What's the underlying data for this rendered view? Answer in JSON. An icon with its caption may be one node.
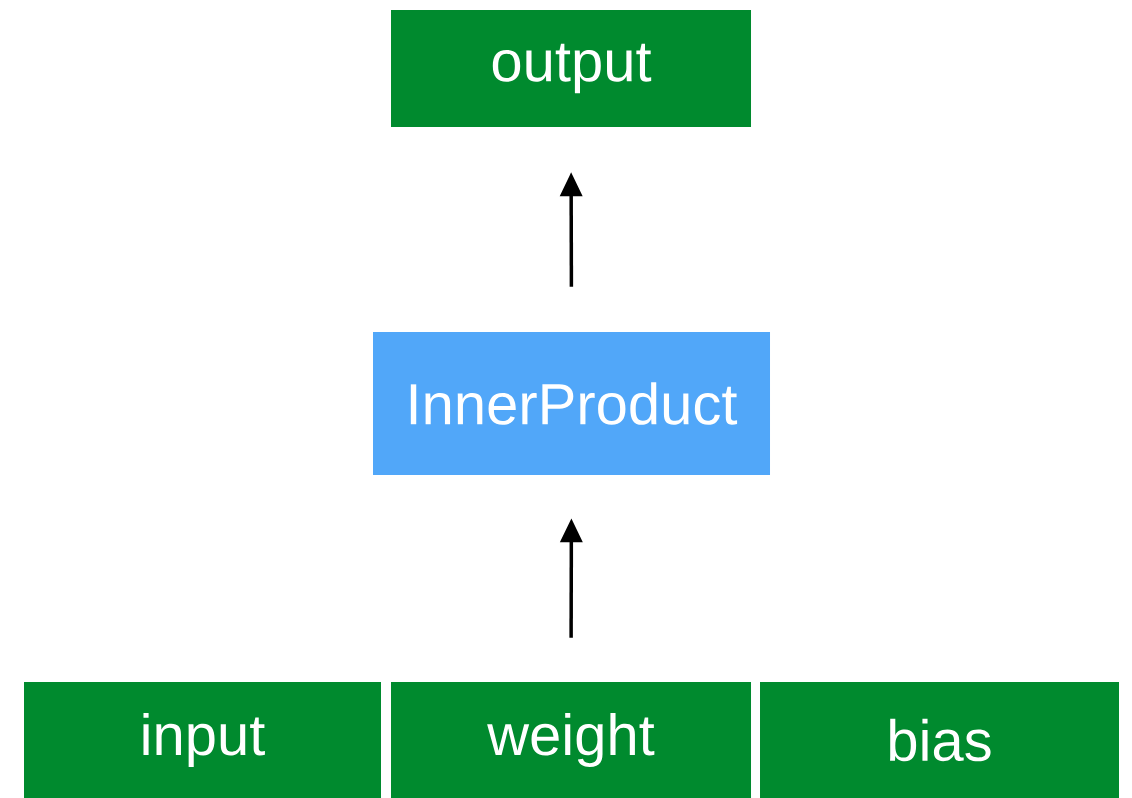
{
  "diagram": {
    "nodes": [
      {
        "text": [
          "output"
        ]
      },
      {
        "text": [
          "InnerProduct"
        ]
      },
      {
        "text": [
          "input"
        ]
      },
      {
        "text": [
          "weight"
        ]
      },
      {
        "text": [
          "bias"
        ]
      }
    ],
    "edges": [
      {
        "from": 3,
        "to": 1,
        "arrow": "to"
      },
      {
        "from": 1,
        "to": 0,
        "arrow": "to"
      }
    ]
  }
}
